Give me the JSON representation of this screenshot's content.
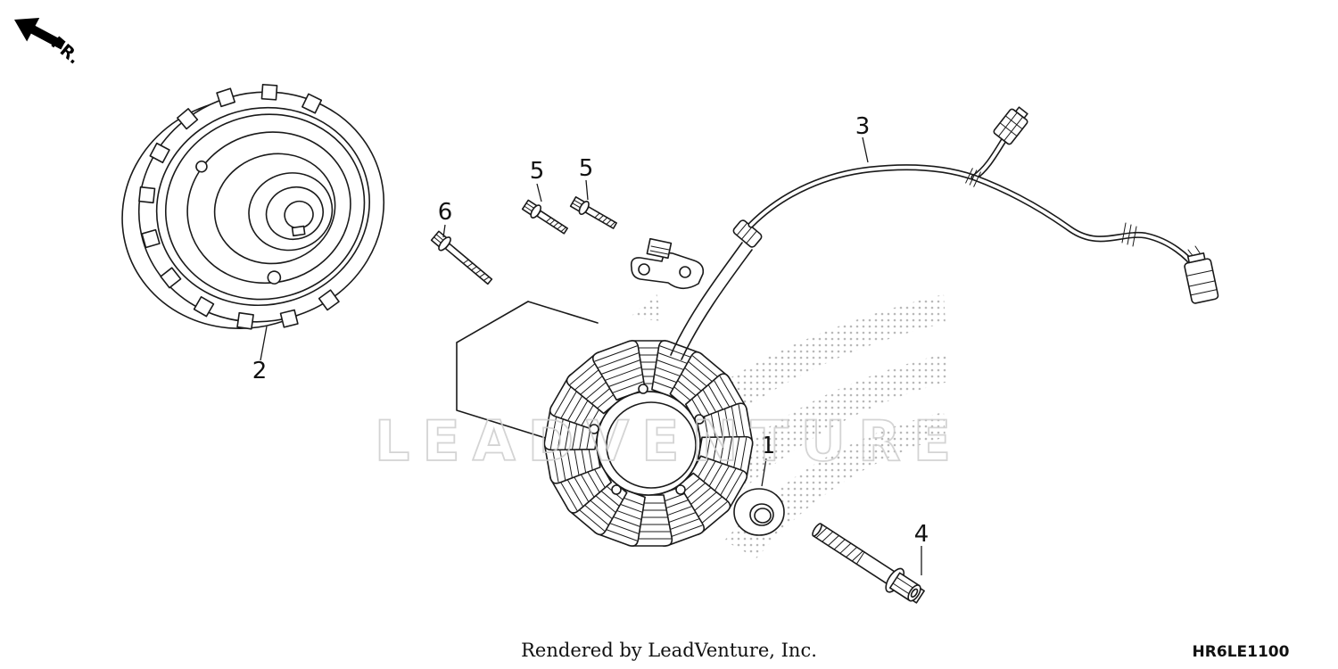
{
  "orientation": {
    "fr_label": "FR."
  },
  "callouts": {
    "washer": "1",
    "flywheel": "2",
    "harness": "3",
    "flange_bolt": "4",
    "bolt_upper_left": "5",
    "bolt_upper_right": "5",
    "bolt_long": "6"
  },
  "watermark": {
    "text": "LEADVENTURE"
  },
  "footer": {
    "rendered_by": "Rendered by LeadVenture, Inc.",
    "diagram_code": "HR6LE1100"
  },
  "colors": {
    "line": "#1a1a1a",
    "watermark_gray": "#cdcdcd",
    "background": "#ffffff"
  }
}
